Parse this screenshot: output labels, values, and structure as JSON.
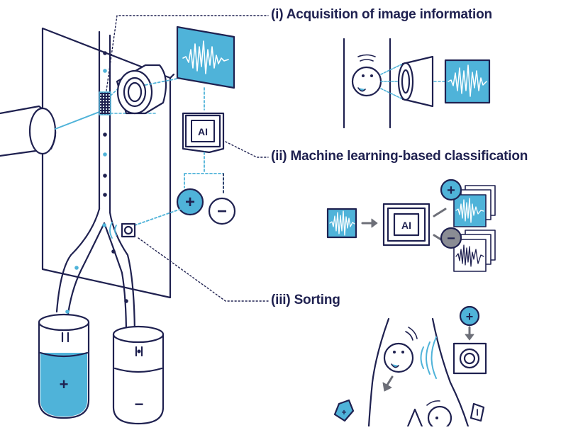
{
  "labels": {
    "step1": "(i) Acquisition of image information",
    "step2": "(ii) Machine learning-based classification",
    "step3": "(iii) Sorting"
  },
  "glyphs": {
    "ai": "AI",
    "plus": "+",
    "minus": "−"
  },
  "colors": {
    "navy": "#1f2150",
    "cyan": "#4fb3d9",
    "light_cyan": "#bfe3f1",
    "gray": "#6d6f78",
    "gray_fill": "#8a8c94"
  },
  "icons": [
    "camera-icon",
    "ai-chip-icon",
    "signal-waveform-icon",
    "acoustic-actuator-icon",
    "cell-icon",
    "collection-tube-icon"
  ]
}
